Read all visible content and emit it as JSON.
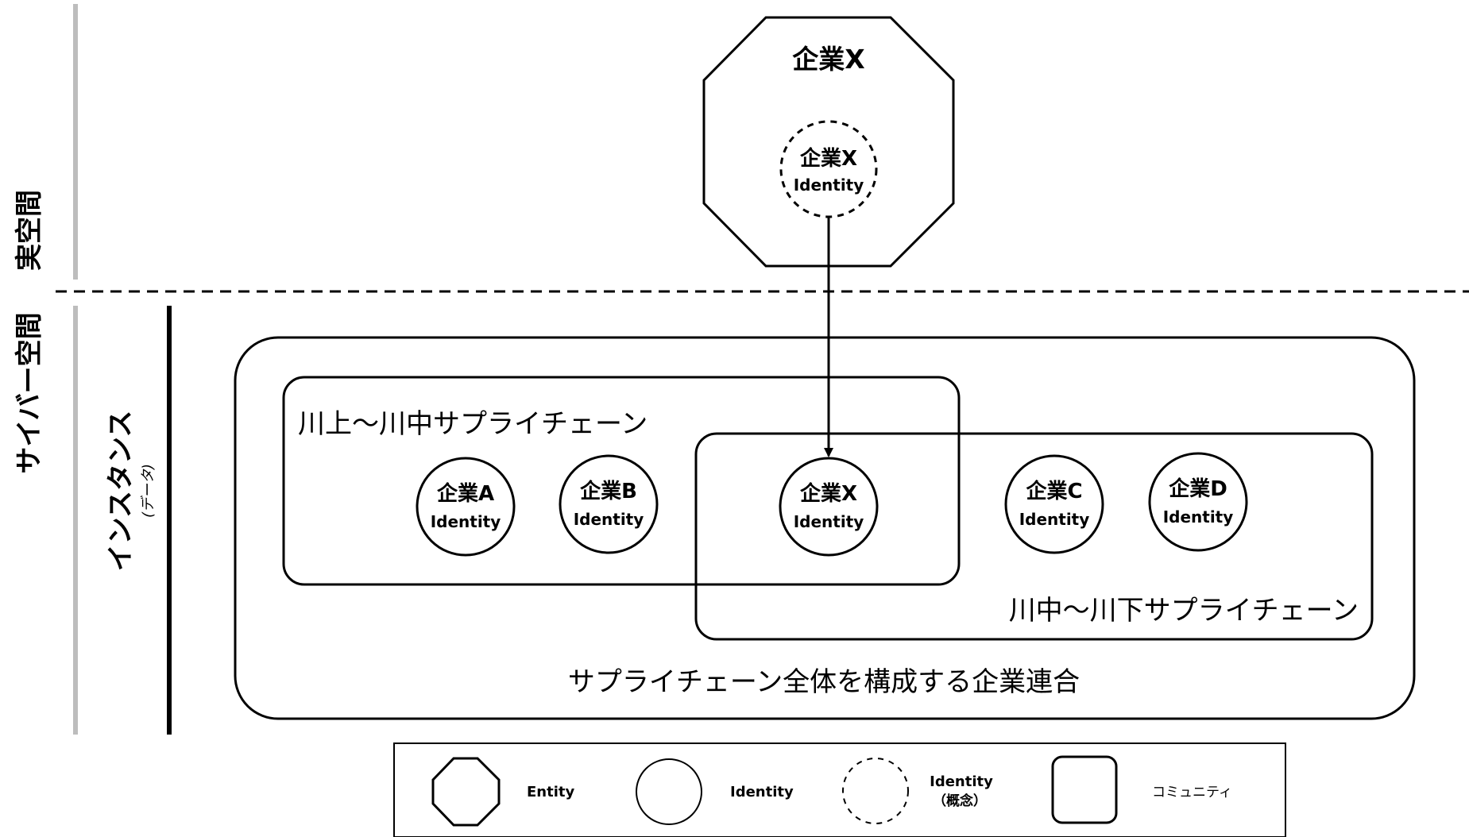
{
  "space_labels": {
    "real_space": "実空間",
    "cyber_space": "サイバー空間",
    "instance": "インスタンス",
    "instance_sub": "(データ)"
  },
  "entity_x": {
    "title": "企業X",
    "identity_concept_name": "企業X",
    "identity_concept_sub": "Identity"
  },
  "communities": {
    "federation": "サプライチェーン全体を構成する企業連合",
    "upstream_mid": "川上～川中サプライチェーン",
    "mid_downstream": "川中～川下サプライチェーン"
  },
  "identities": [
    {
      "name": "企業A",
      "sub": "Identity"
    },
    {
      "name": "企業B",
      "sub": "Identity"
    },
    {
      "name": "企業X",
      "sub": "Identity"
    },
    {
      "name": "企業C",
      "sub": "Identity"
    },
    {
      "name": "企業D",
      "sub": "Identity"
    }
  ],
  "legend": {
    "entity": "Entity",
    "identity": "Identity",
    "identity_concept": "Identity",
    "identity_concept_sub": "（概念）",
    "community": "コミュニティ"
  }
}
